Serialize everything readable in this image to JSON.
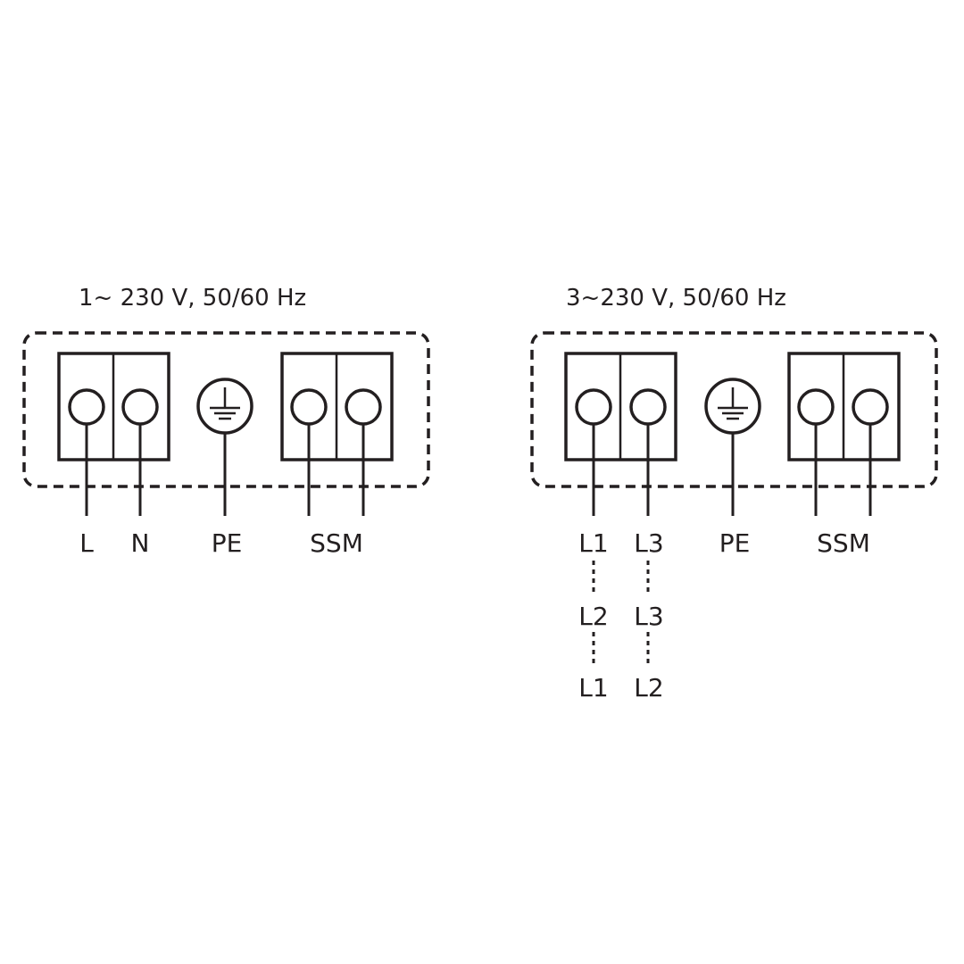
{
  "diagrams": {
    "single_phase": {
      "title": "1~ 230 V, 50/60 Hz",
      "labels": {
        "l": "L",
        "n": "N",
        "pe": "PE",
        "ssm": "SSM"
      }
    },
    "three_phase": {
      "title": "3~230 V, 50/60 Hz",
      "labels": {
        "pe": "PE",
        "ssm": "SSM",
        "left_column": [
          "L1",
          "L2",
          "L1"
        ],
        "right_column": [
          "L3",
          "L3",
          "L2"
        ]
      }
    }
  },
  "colors": {
    "ink": "#231f20",
    "background": "#ffffff"
  }
}
